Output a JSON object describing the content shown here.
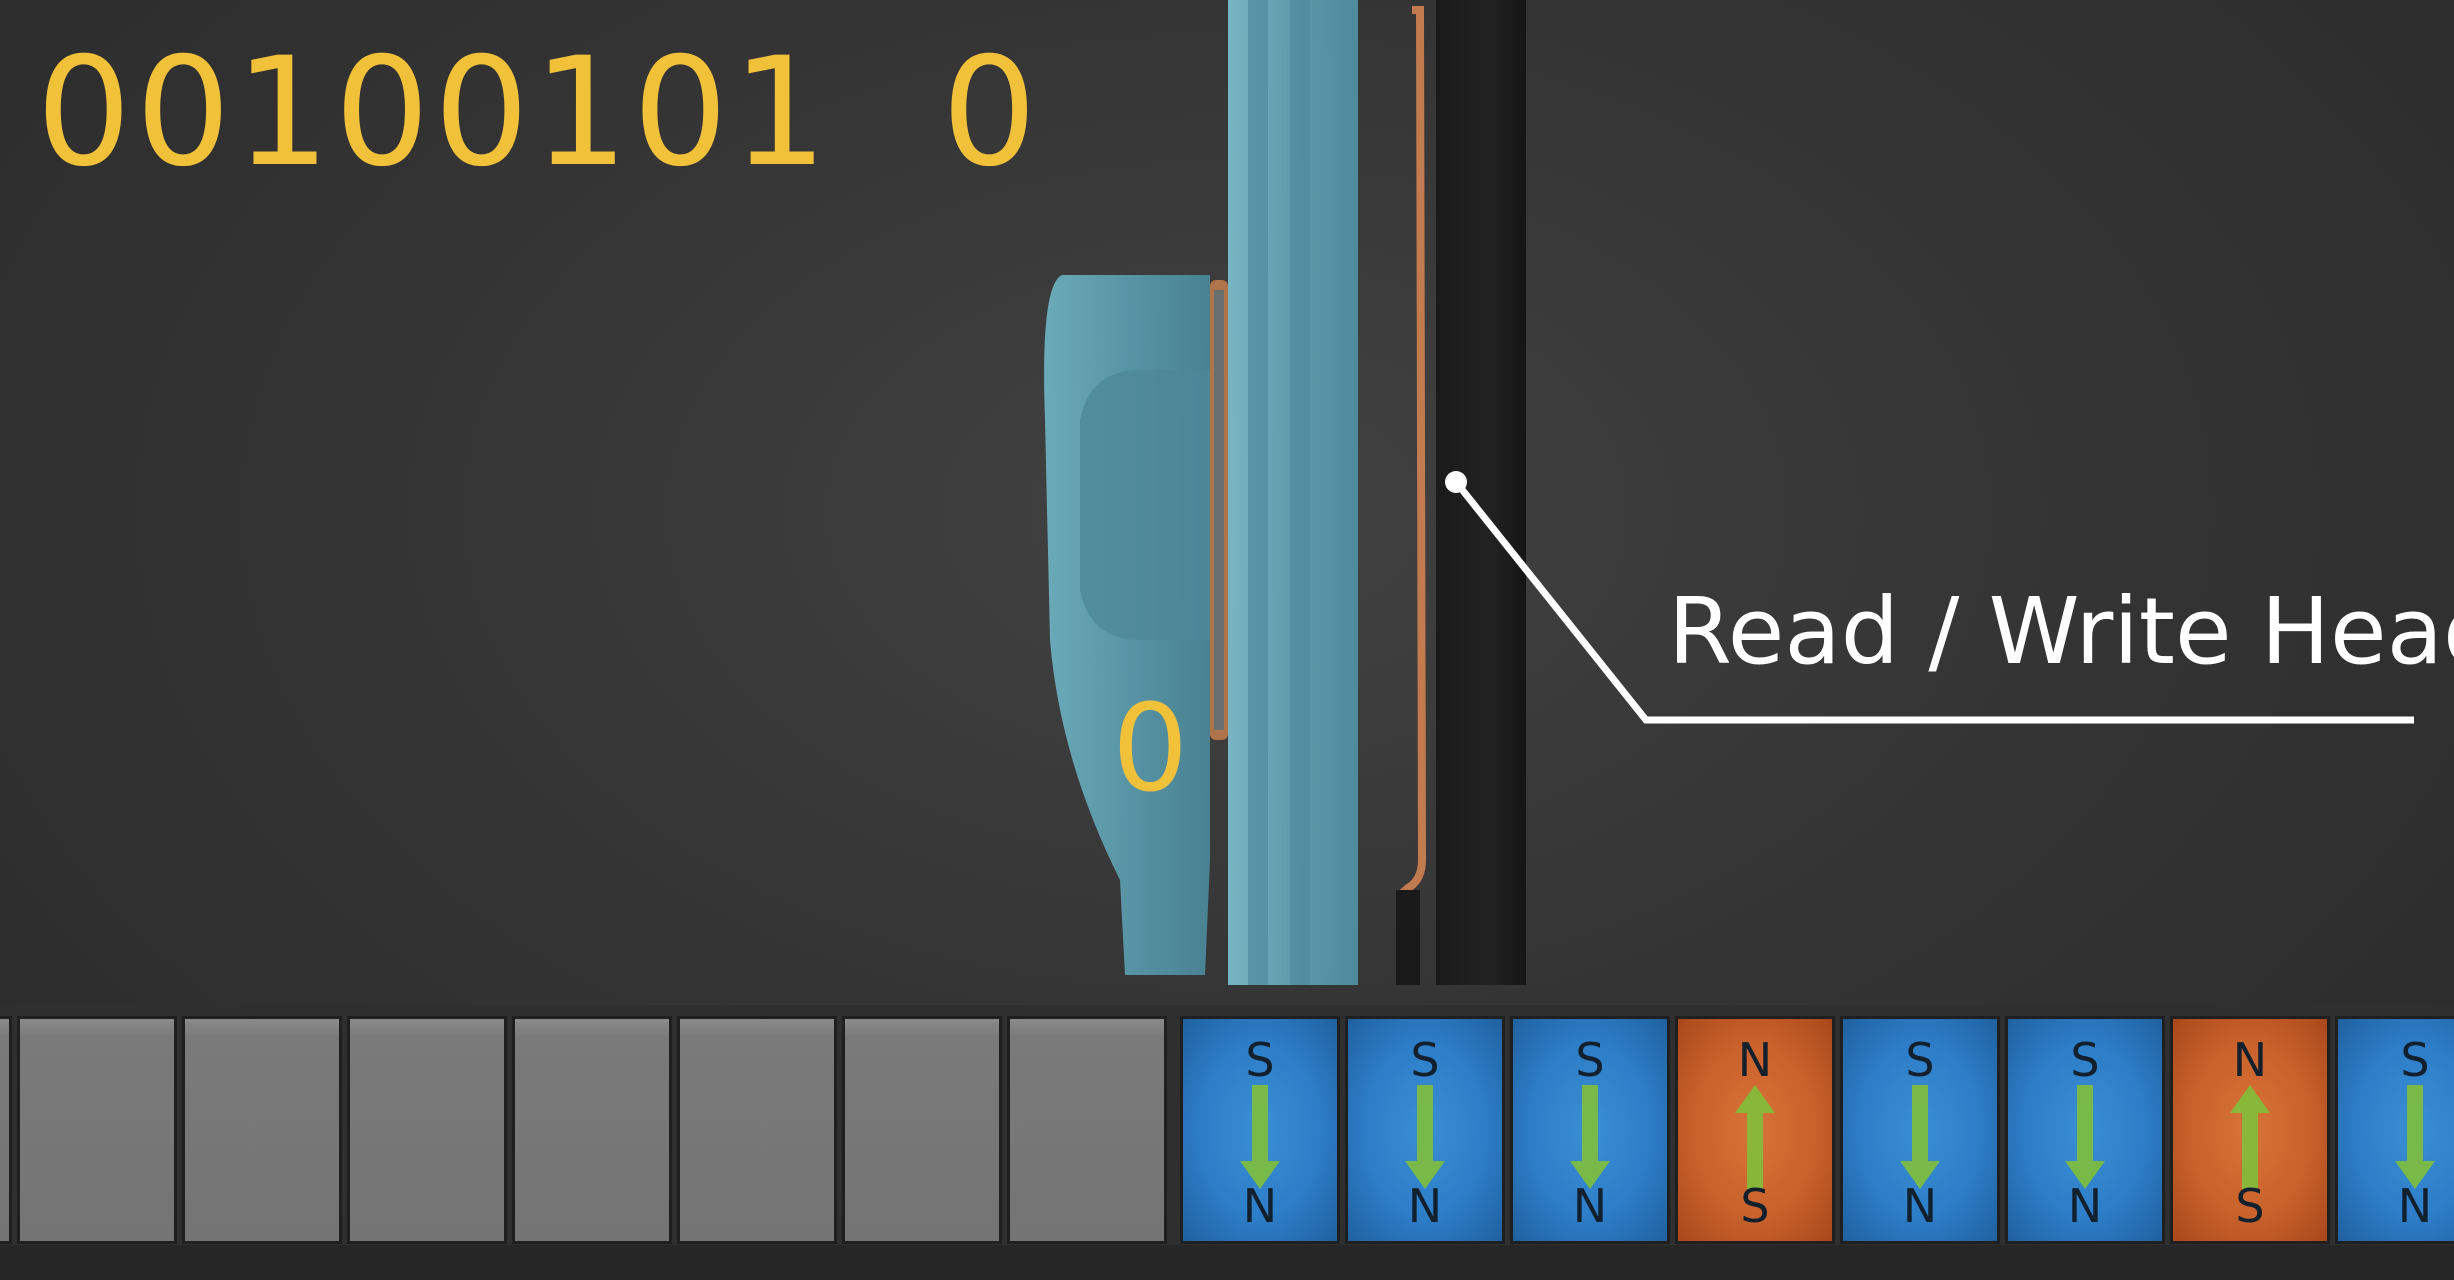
{
  "binary_readout": {
    "bits": "00100101",
    "current_bit": "0"
  },
  "head_arm_bit": "0",
  "label": "Read / Write Head",
  "tape": {
    "empty_cell_count": 7,
    "magnet_cells": [
      {
        "top": "S",
        "bottom": "N",
        "direction": "down"
      },
      {
        "top": "S",
        "bottom": "N",
        "direction": "down"
      },
      {
        "top": "S",
        "bottom": "N",
        "direction": "down"
      },
      {
        "top": "N",
        "bottom": "S",
        "direction": "up"
      },
      {
        "top": "S",
        "bottom": "N",
        "direction": "down"
      },
      {
        "top": "S",
        "bottom": "N",
        "direction": "down"
      },
      {
        "top": "N",
        "bottom": "S",
        "direction": "up"
      },
      {
        "top": "S",
        "bottom": "N",
        "direction": "down"
      }
    ]
  },
  "colors": {
    "bit_text": "#f2c13a",
    "south_down_cell": "#2d7dc8",
    "north_up_cell": "#c9622b",
    "arrow": "#7fbf3a",
    "head_body": "#5fa3b5"
  }
}
